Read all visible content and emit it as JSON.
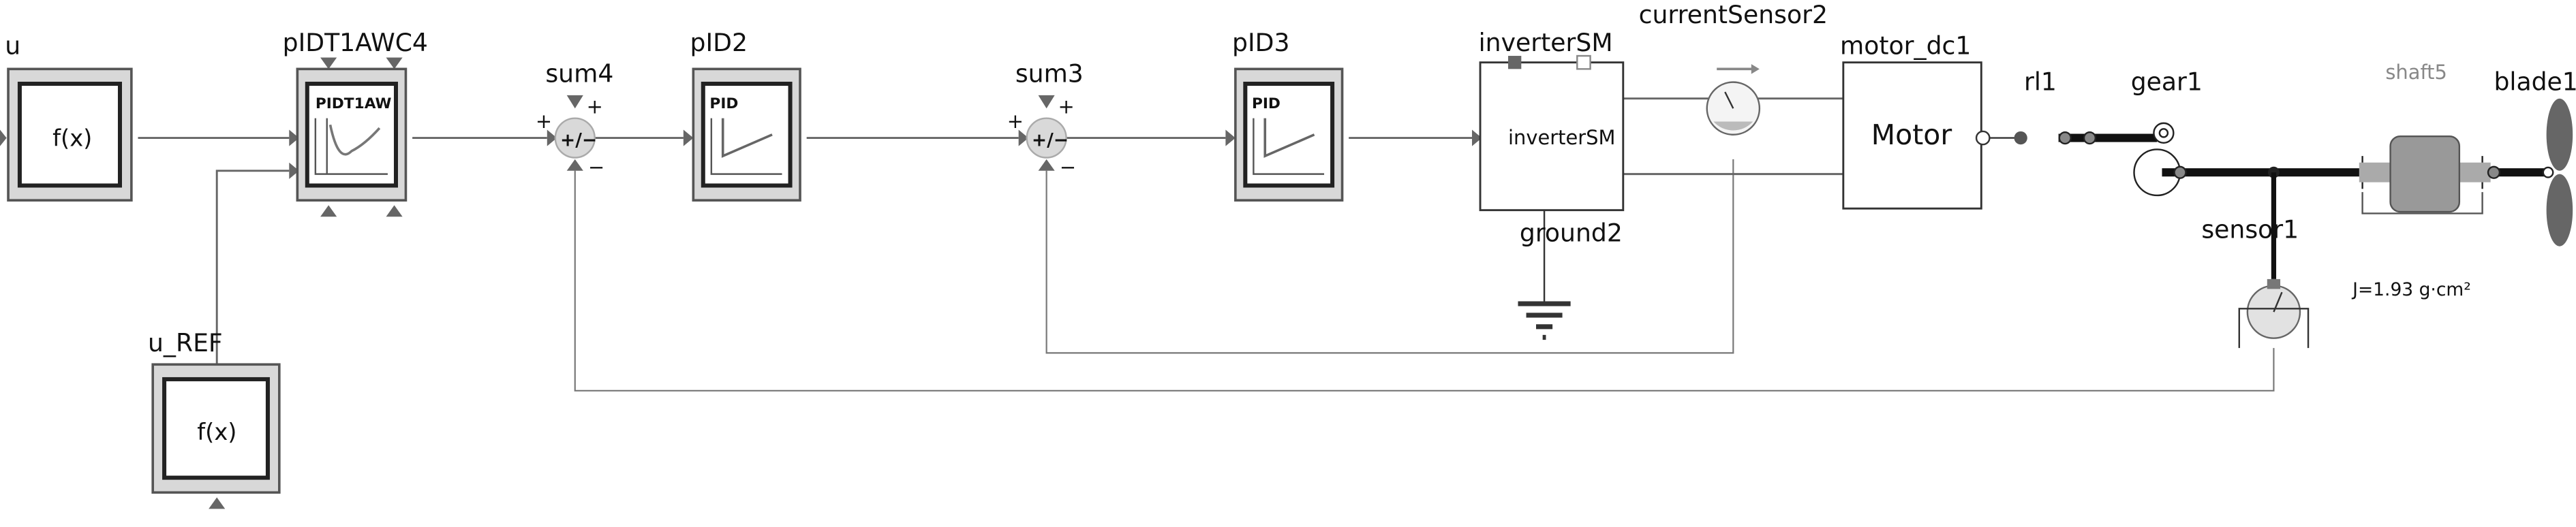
{
  "diagram": {
    "blocks": {
      "u": {
        "name": "u",
        "icon_text": "f(x)"
      },
      "u_ref": {
        "name": "u_REF",
        "icon_text": "f(x)"
      },
      "pidt1": {
        "name": "pIDT1AWC4",
        "icon_text": "PIDT1AW"
      },
      "pid2": {
        "name": "pID2",
        "icon_text": "PID"
      },
      "pid3": {
        "name": "pID3",
        "icon_text": "PID"
      },
      "sum4": {
        "name": "sum4",
        "sign_top": "+",
        "sign_left": "+",
        "sign_bottom": "−",
        "icon_text": "+/−"
      },
      "sum3": {
        "name": "sum3",
        "sign_top": "+",
        "sign_left": "+",
        "sign_bottom": "−",
        "icon_text": "+/−"
      },
      "inverter": {
        "name": "inverterSM",
        "icon_text": "inverterSM"
      },
      "current_sensor": {
        "name": "currentSensor2"
      },
      "motor": {
        "name": "motor_dc1",
        "icon_text": "Motor"
      },
      "ground": {
        "name": "ground2"
      },
      "rl": {
        "name": "rl1"
      },
      "gear": {
        "name": "gear1"
      },
      "shaft": {
        "name": "shaft5",
        "param": "J=1.93 g·cm²"
      },
      "sensor": {
        "name": "sensor1"
      },
      "blade": {
        "name": "blade1"
      }
    },
    "colors": {
      "wire": "#666666",
      "block_frame": "#d8d8d8",
      "shaft": "#111111"
    }
  }
}
